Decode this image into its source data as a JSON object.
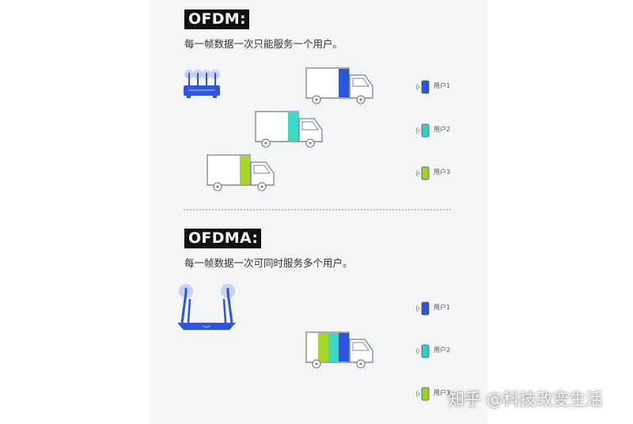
{
  "ofdm": {
    "heading": "OFDM:",
    "description": "每一帧数据一次只能服务一个用户。",
    "users": [
      {
        "label": "用户1",
        "color": "#2c55d8"
      },
      {
        "label": "用户2",
        "color": "#33cdc8"
      },
      {
        "label": "用户3",
        "color": "#9bd12f"
      }
    ],
    "trucks": [
      {
        "cargo": [
          {
            "color": "#2c55d8"
          }
        ]
      },
      {
        "cargo": [
          {
            "color": "#3dd8c4"
          }
        ]
      },
      {
        "cargo": [
          {
            "color": "#a4d62c"
          }
        ]
      }
    ]
  },
  "ofdma": {
    "heading": "OFDMA:",
    "description": "每一帧数据一次可同时服务多个用户。",
    "users": [
      {
        "label": "用户1",
        "color": "#2c55d8"
      },
      {
        "label": "用户2",
        "color": "#33cdc8"
      },
      {
        "label": "用户3",
        "color": "#9bd12f"
      }
    ],
    "truck": {
      "cargo": [
        {
          "color": "#a4d62c"
        },
        {
          "color": "#3dd8c4"
        },
        {
          "color": "#2c55d8"
        }
      ]
    }
  },
  "watermark": "知乎 @科技改变生活"
}
